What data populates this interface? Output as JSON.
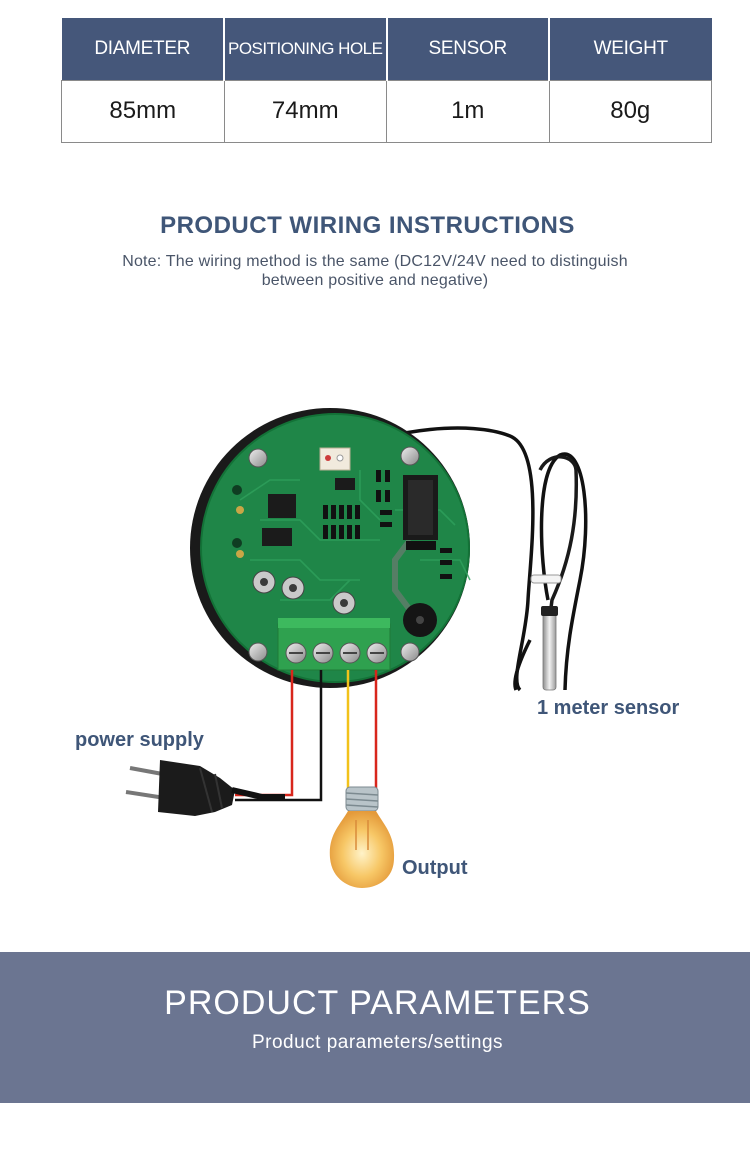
{
  "spec_table": {
    "headers": [
      "DIAMETER",
      "POSITIONING HOLE",
      "SENSOR",
      "WEIGHT"
    ],
    "values": [
      "85mm",
      "74mm",
      "1m",
      "80g"
    ]
  },
  "wiring": {
    "title": "PRODUCT WIRING INSTRUCTIONS",
    "note": "Note: The wiring method is the same (DC12V/24V need to distinguish between positive and negative)"
  },
  "diagram": {
    "labels": {
      "power_supply": "power supply",
      "sensor": "1 meter sensor",
      "output": "Output"
    },
    "icons": [
      "pcb-board-icon",
      "terminal-block-icon",
      "power-plug-icon",
      "light-bulb-icon",
      "temperature-probe-icon"
    ],
    "colors": {
      "board": "#1e8a4a",
      "terminal": "#2fa14f",
      "wire_red": "#d8261c",
      "wire_black": "#111111",
      "wire_yellow": "#f2c21a"
    }
  },
  "parameters_banner": {
    "title": "PRODUCT PARAMETERS",
    "subtitle": "Product parameters/settings"
  },
  "colors": {
    "header_bg": "#45577a",
    "heading_text": "#3f5678",
    "banner_bg": "#6b7591"
  }
}
